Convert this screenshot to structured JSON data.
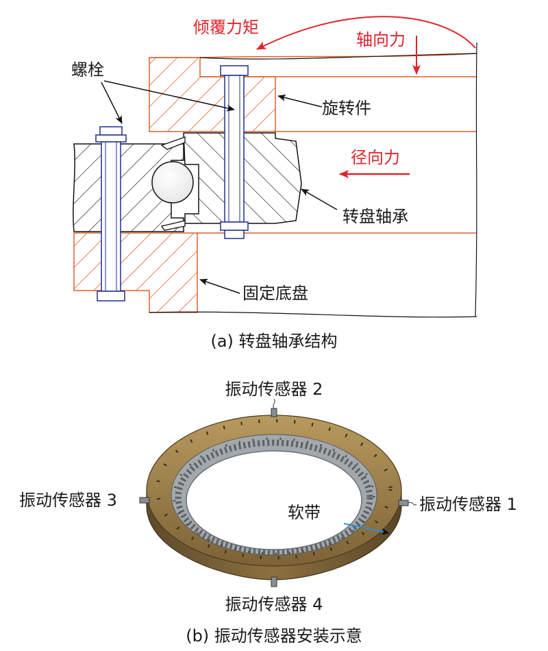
{
  "panel_a": {
    "labels": {
      "tilting_moment": "倾覆力矩",
      "axial_force": "轴向力",
      "bolt": "螺栓",
      "rotating_part": "旋转件",
      "radial_force": "径向力",
      "slewing_bearing": "转盘轴承",
      "fixed_base": "固定底盘"
    },
    "caption": "(a) 转盘轴承结构"
  },
  "panel_b": {
    "labels": {
      "sensor_2": "振动传感器 2",
      "sensor_3": "振动传感器 3",
      "sensor_1": "振动传感器 1",
      "sensor_4": "振动传感器 4",
      "soft_band": "软带"
    },
    "caption": "(b) 振动传感器安装示意"
  },
  "colors": {
    "orange_hatch": "#d9622b",
    "red_annotation": "#e0242b",
    "bolt_blue": "#1f2f8f",
    "ring_bronze": "#a88a52",
    "gear_gray": "#9aa0a6"
  }
}
